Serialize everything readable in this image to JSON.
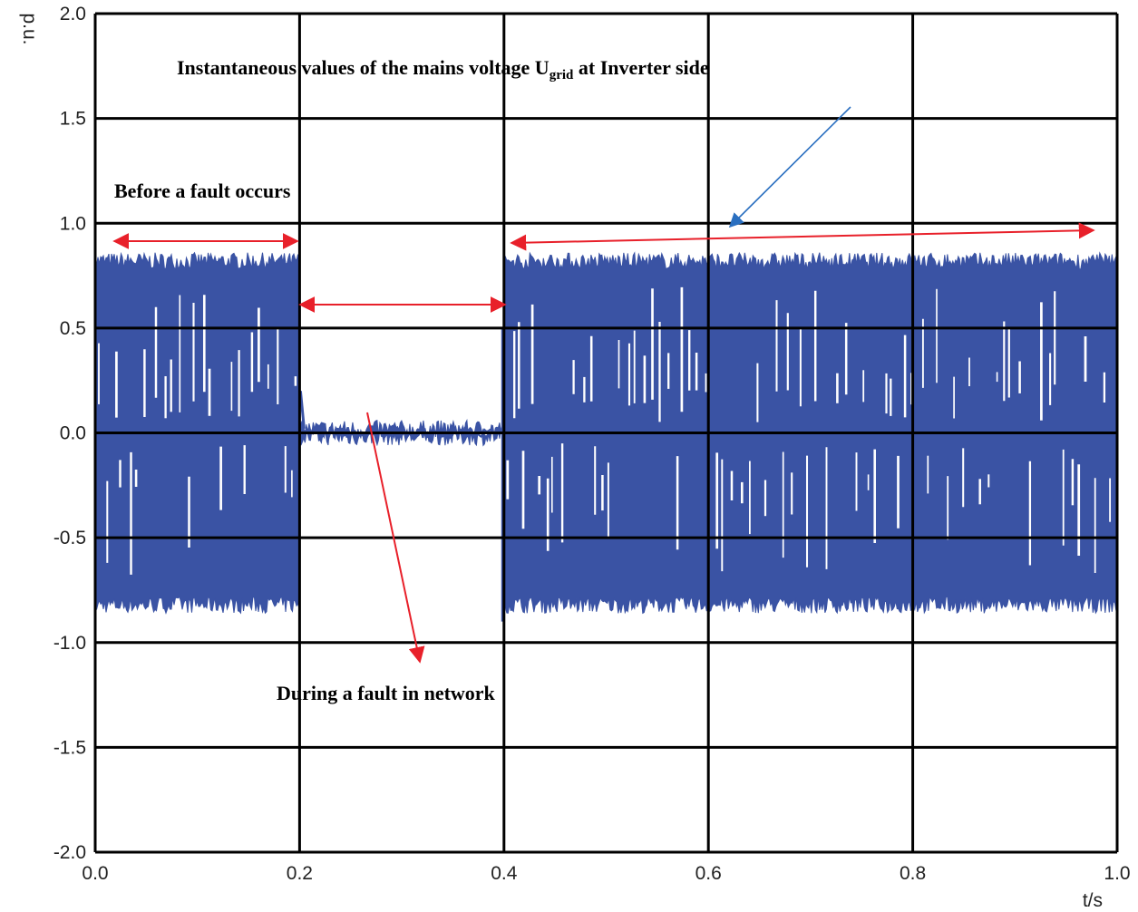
{
  "chart_data": {
    "type": "line",
    "xlabel": "t/s",
    "ylabel": "p.u.",
    "xlim": [
      0.0,
      1.0
    ],
    "ylim": [
      -2.0,
      2.0
    ],
    "x_ticks": [
      "0.0",
      "0.2",
      "0.4",
      "0.6",
      "0.8",
      "1.0"
    ],
    "y_ticks": [
      "2.0",
      "1.5",
      "1.0",
      "0.5",
      "0.0",
      "-0.5",
      "-1.0",
      "-1.5",
      "-2.0"
    ],
    "grid": true,
    "series_color": "#3a53a4",
    "grid_color": "#000000",
    "annotation_color_red": "#e8202a",
    "annotation_color_blue": "#2a6fc0",
    "segments": [
      {
        "label": "pre-fault",
        "t_start": 0.0,
        "t_end": 0.2,
        "envelope": 0.82
      },
      {
        "label": "fault",
        "t_start": 0.2,
        "t_end": 0.4,
        "envelope": 0.02
      },
      {
        "label": "post-fault",
        "t_start": 0.4,
        "t_end": 1.0,
        "envelope": 0.82
      }
    ],
    "annotations": {
      "title_main": "Instantaneous values of the mains voltage U",
      "title_sub": "grid",
      "title_rest": " at Inverter side",
      "before": "Before a fault occurs",
      "during": "During a fault in network"
    }
  }
}
